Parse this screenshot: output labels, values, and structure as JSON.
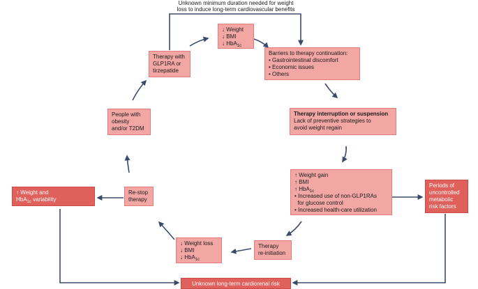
{
  "top_note": {
    "line1": "Unknown minimum duration needed for weight",
    "line2": "loss to induce long-term cardiovascular benefits"
  },
  "box_weight_top": {
    "l1": "↓ Weight",
    "l2": "↓ BMI",
    "l3": "↓ HbA",
    "l3_sub": "1c"
  },
  "box_therapy_glp": {
    "l1": "Therapy with",
    "l2": "GLP1RA or",
    "l3": "tirzepatide"
  },
  "box_barriers": {
    "title": "Barriers to therapy continuation:",
    "items": [
      "Gastrointestinal discomfort",
      "Economic issues",
      "Others"
    ]
  },
  "box_people": {
    "l1": "People with",
    "l2": "obesity",
    "l3": "and/or T2DM"
  },
  "box_interruption": {
    "title": "Therapy interruption or suspension",
    "l1": "Lack of preventive strategies to",
    "l2": "avoid weight regain"
  },
  "box_weight_gain": {
    "l1": "↑ Weight gain",
    "l2": "↑ BMI",
    "l3": "↑ HbA",
    "l3_sub": "1c",
    "items": [
      "Increased use of non-GLP1RAs",
      "for glucose control",
      "Increased health-care utilization"
    ]
  },
  "box_restop": {
    "l1": "Re-stop",
    "l2": "therapy"
  },
  "box_variability": {
    "l1": "↑ Weight and",
    "l2": "HbA",
    "l2_sub": "1c",
    "l2_tail": " variability"
  },
  "box_periods": {
    "l1": "Periods of",
    "l2": "uncontrolled",
    "l3": "metabolic",
    "l4": "risk factors"
  },
  "box_weight_loss": {
    "l1": "↓ Weight loss",
    "l2": "↓ BMI",
    "l3": "↓ HbA",
    "l3_sub": "1c"
  },
  "box_reinit": {
    "l1": "Therapy",
    "l2": "re-initiation"
  },
  "box_cardiorenal": {
    "label": "Unknown long-term cardiorenal risk"
  },
  "colors": {
    "light_box": "#f2a7a4",
    "dark_box": "#e0605c",
    "arrow": "#3b4a6b"
  }
}
